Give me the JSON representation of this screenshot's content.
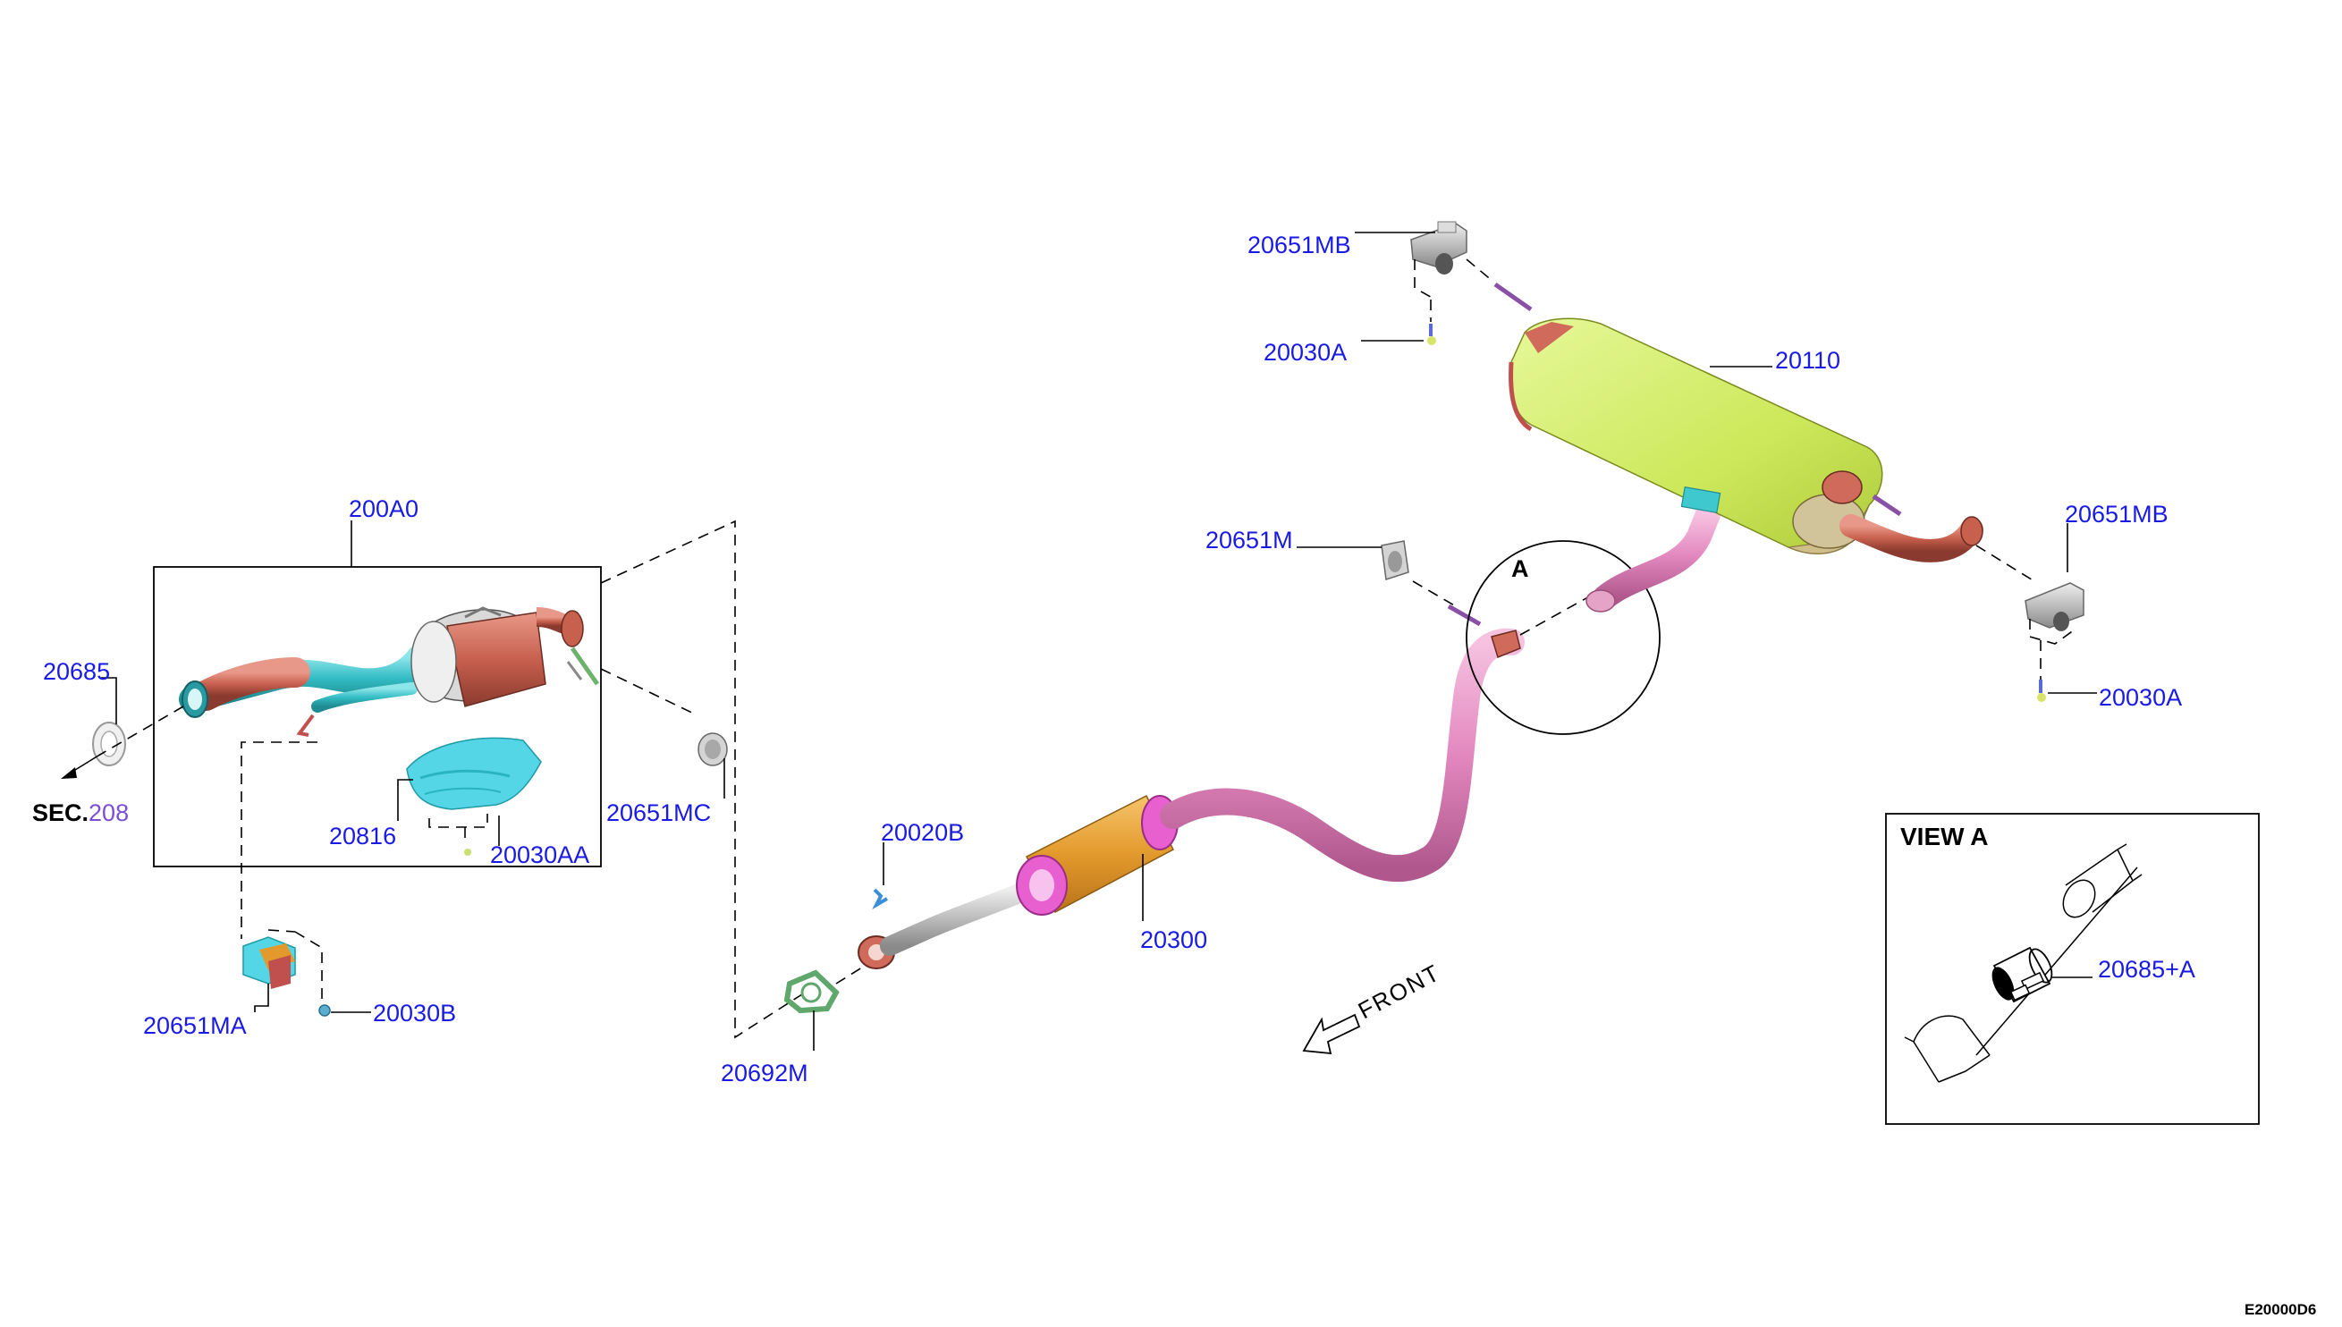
{
  "labels": {
    "p200A0": "200A0",
    "p20685": "20685",
    "sec_prefix": "SEC.",
    "sec_number": "208",
    "p20816": "20816",
    "p20030AA": "20030AA",
    "p20651MC": "20651MC",
    "p20651MA": "20651MA",
    "p20030B": "20030B",
    "p20692M": "20692M",
    "p20020B": "20020B",
    "p20300": "20300",
    "p20651M": "20651M",
    "view_marker": "A",
    "p20651MB_top": "20651MB",
    "p20030A_top": "20030A",
    "p20110": "20110",
    "p20651MB_right": "20651MB",
    "p20030A_right": "20030A",
    "front": "FRONT",
    "view_title": "VIEW A",
    "p20685A": "20685+A",
    "drawing_code": "E20000D6"
  },
  "colors": {
    "label_blue": "#1a1ae6",
    "sec_purple": "#7a4fd6",
    "tailpipe_rust": "#d06a5a",
    "rear_muffler": "#d7f06a",
    "center_muffler": "#e8a43a",
    "center_pipe": "#e58ac0",
    "front_pipe_cyan": "#3fc9cf",
    "heat_shield": "#55d6e6",
    "flange_pink": "#e85fd0",
    "gasket_green": "#5fa76b",
    "bracket_grey": "#c8c8c8"
  },
  "icons": [
    "view-a-clamp-icon",
    "front-arrow-icon"
  ]
}
